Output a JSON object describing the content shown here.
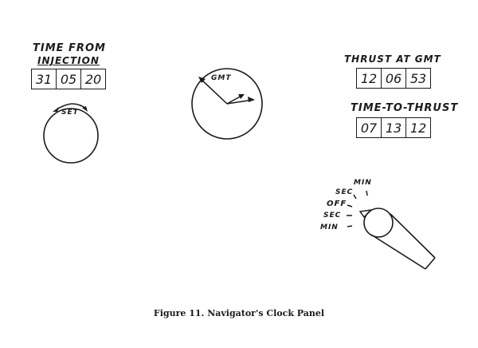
{
  "time_from_injection": {
    "title_line1": "TIME FROM",
    "title_line2": "INJECTION",
    "digits": [
      "31",
      "05",
      "20"
    ],
    "set_label": "SET"
  },
  "gmt_clock": {
    "label": "GMT"
  },
  "thrust_at_gmt": {
    "title": "THRUST AT GMT",
    "digits": [
      "12",
      "06",
      "53"
    ]
  },
  "time_to_thrust": {
    "title": "TIME-TO-THRUST",
    "digits": [
      "07",
      "13",
      "12"
    ]
  },
  "selector": {
    "positions": [
      "MIN",
      "SEC",
      "OFF",
      "SEC",
      "MIN"
    ],
    "current": "OFF"
  },
  "caption": "Figure 11.  Navigator's Clock Panel"
}
